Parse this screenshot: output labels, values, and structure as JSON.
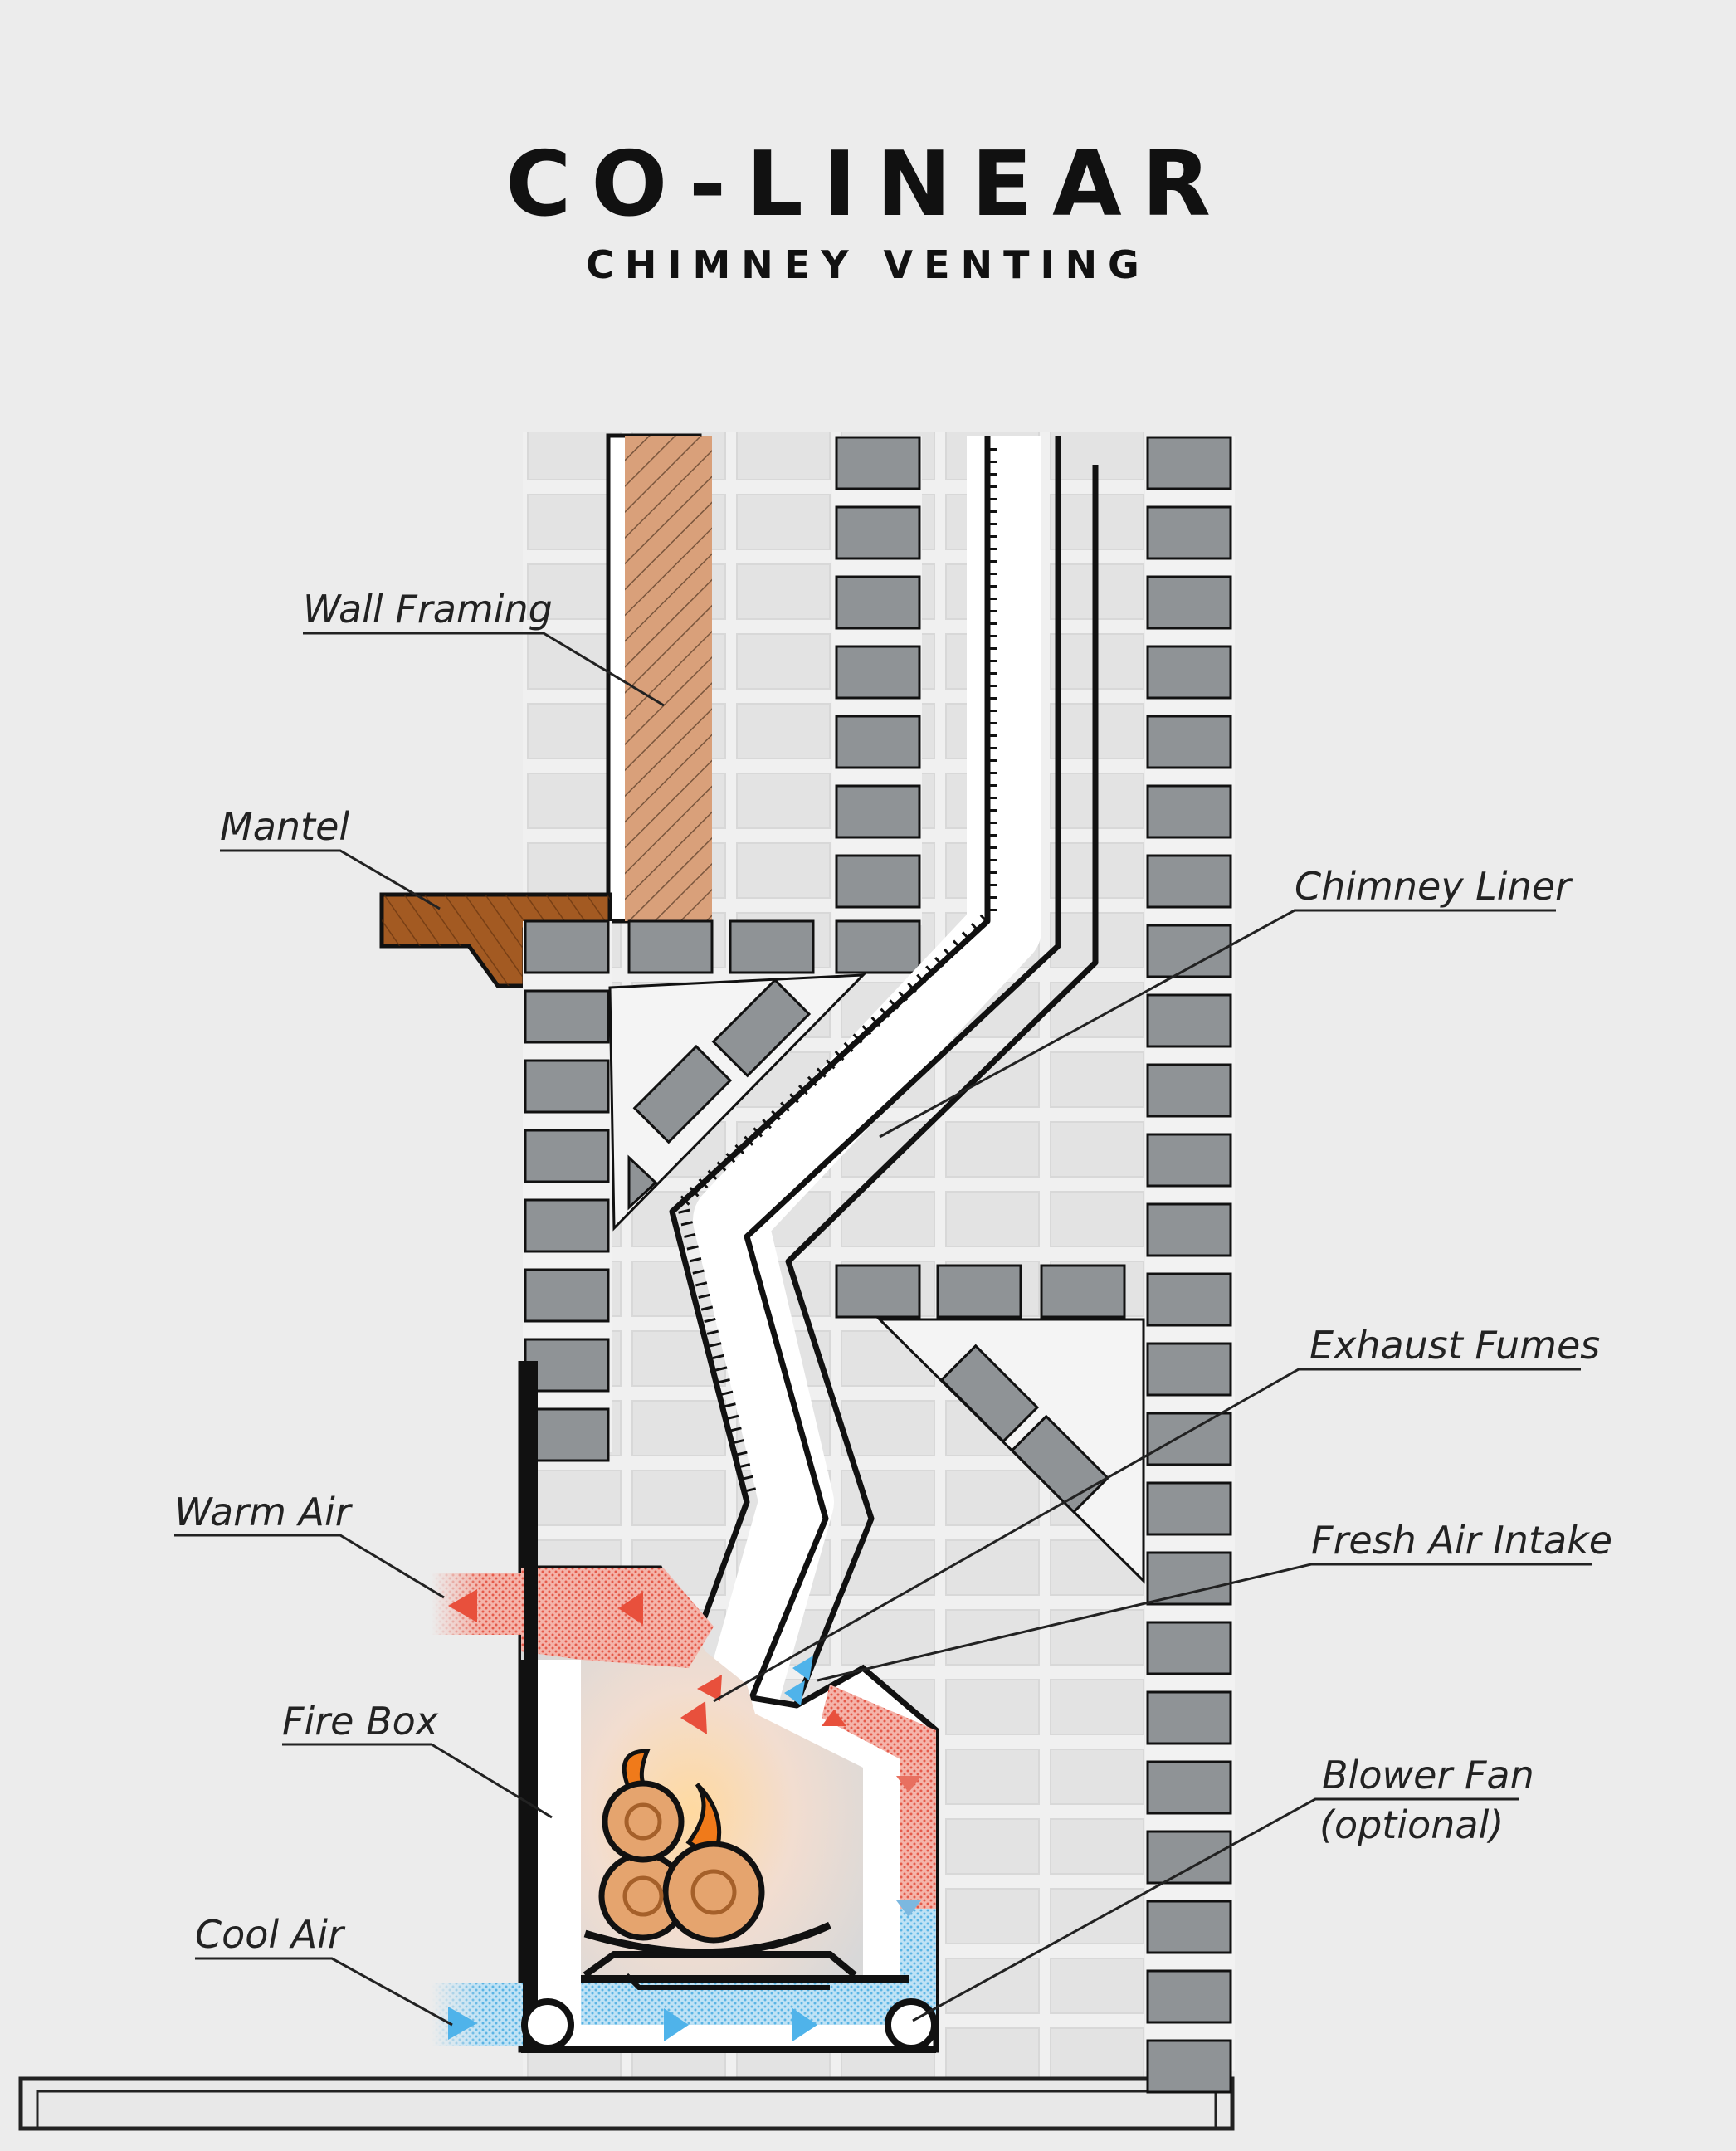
{
  "title": "CO-LINEAR",
  "subtitle": "CHIMNEY VENTING",
  "labels": {
    "wall_framing": "Wall Framing",
    "mantel": "Mantel",
    "chimney_liner": "Chimney Liner",
    "exhaust_fumes": "Exhaust Fumes",
    "warm_air": "Warm Air",
    "fresh_air_intake": "Fresh Air Intake",
    "fire_box": "Fire Box",
    "blower_fan": "Blower Fan",
    "blower_fan_note": "(optional)",
    "cool_air": "Cool Air"
  },
  "colors": {
    "background": "#ececec",
    "brick": "#8f9396",
    "mortar": "#f2f2f2",
    "wood_framing": "#d9a07a",
    "mantel": "#a35a22",
    "warm_air": "#f08070",
    "cool_air": "#7cc8ef",
    "outline": "#111111",
    "fire": "#f07a1a"
  }
}
